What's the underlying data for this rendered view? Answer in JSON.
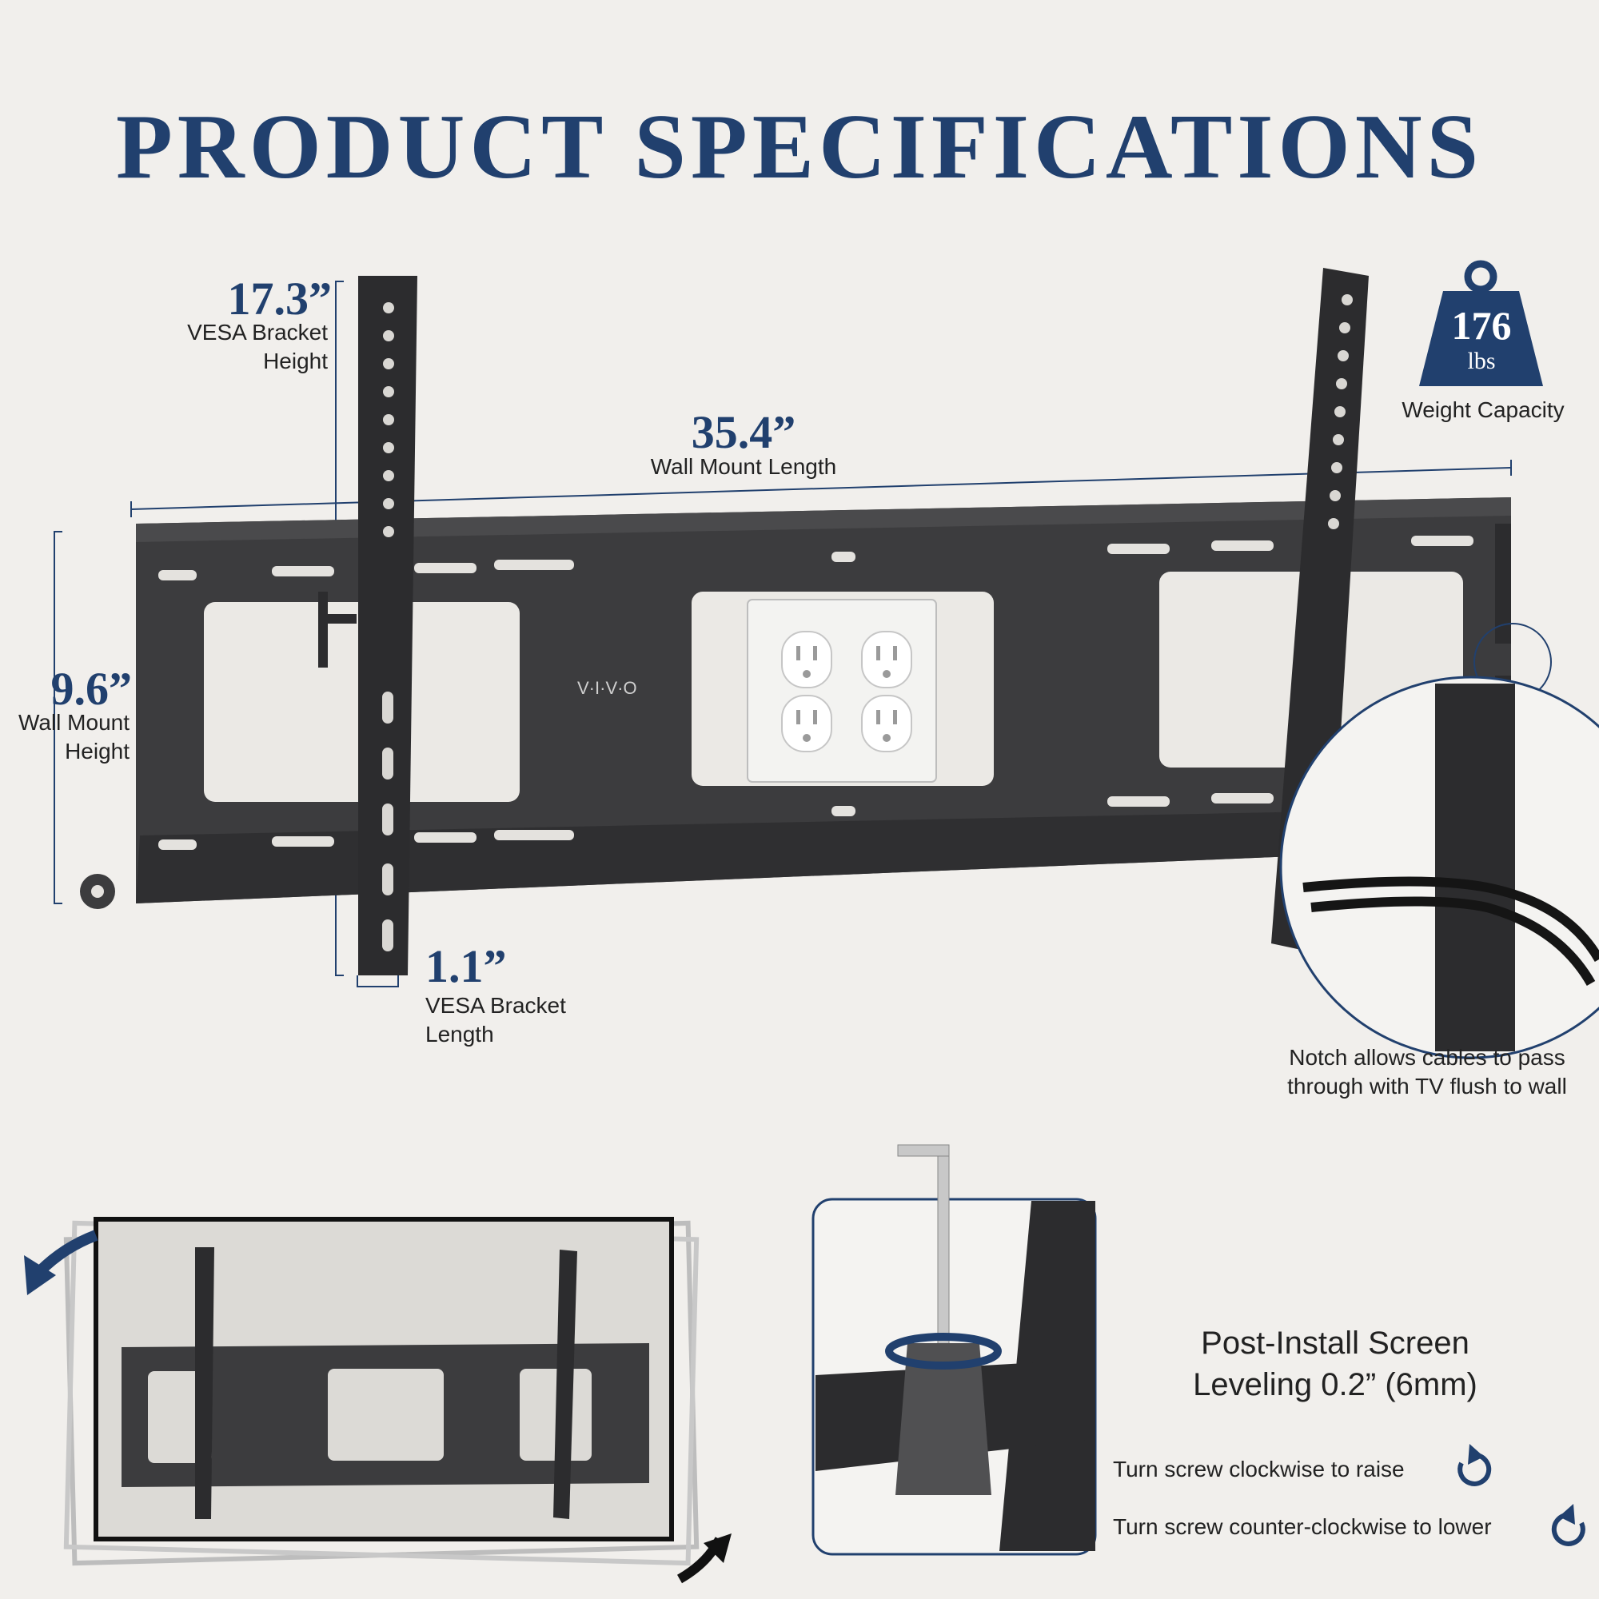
{
  "title": "PRODUCT SPECIFICATIONS",
  "brand": "V·I·V·O",
  "colors": {
    "accent": "#21406e",
    "mount": "#3a3a3c",
    "wall": "#f1efec"
  },
  "specs": {
    "vesa_height": {
      "value": "17.3”",
      "label_line1": "VESA Bracket",
      "label_line2": "Height"
    },
    "wall_length": {
      "value": "35.4”",
      "label": "Wall Mount Length"
    },
    "wall_height": {
      "value": "9.6”",
      "label_line1": "Wall Mount",
      "label_line2": "Height"
    },
    "vesa_length": {
      "value": "1.1”",
      "label_line1": "VESA Bracket",
      "label_line2": "Length"
    }
  },
  "weight": {
    "value": "176",
    "unit": "lbs",
    "label": "Weight Capacity",
    "icon": "weight-icon"
  },
  "notch": {
    "line1": "Notch allows cables to pass",
    "line2": "through with TV flush to wall"
  },
  "leveling": {
    "title_line1": "Post-Install Screen",
    "title_line2": "Leveling 0.2” (6mm)",
    "raise": "Turn screw clockwise to raise",
    "lower": "Turn screw counter-clockwise to lower",
    "raise_icon": "rotate-clockwise-icon",
    "lower_icon": "rotate-counterclockwise-icon"
  }
}
